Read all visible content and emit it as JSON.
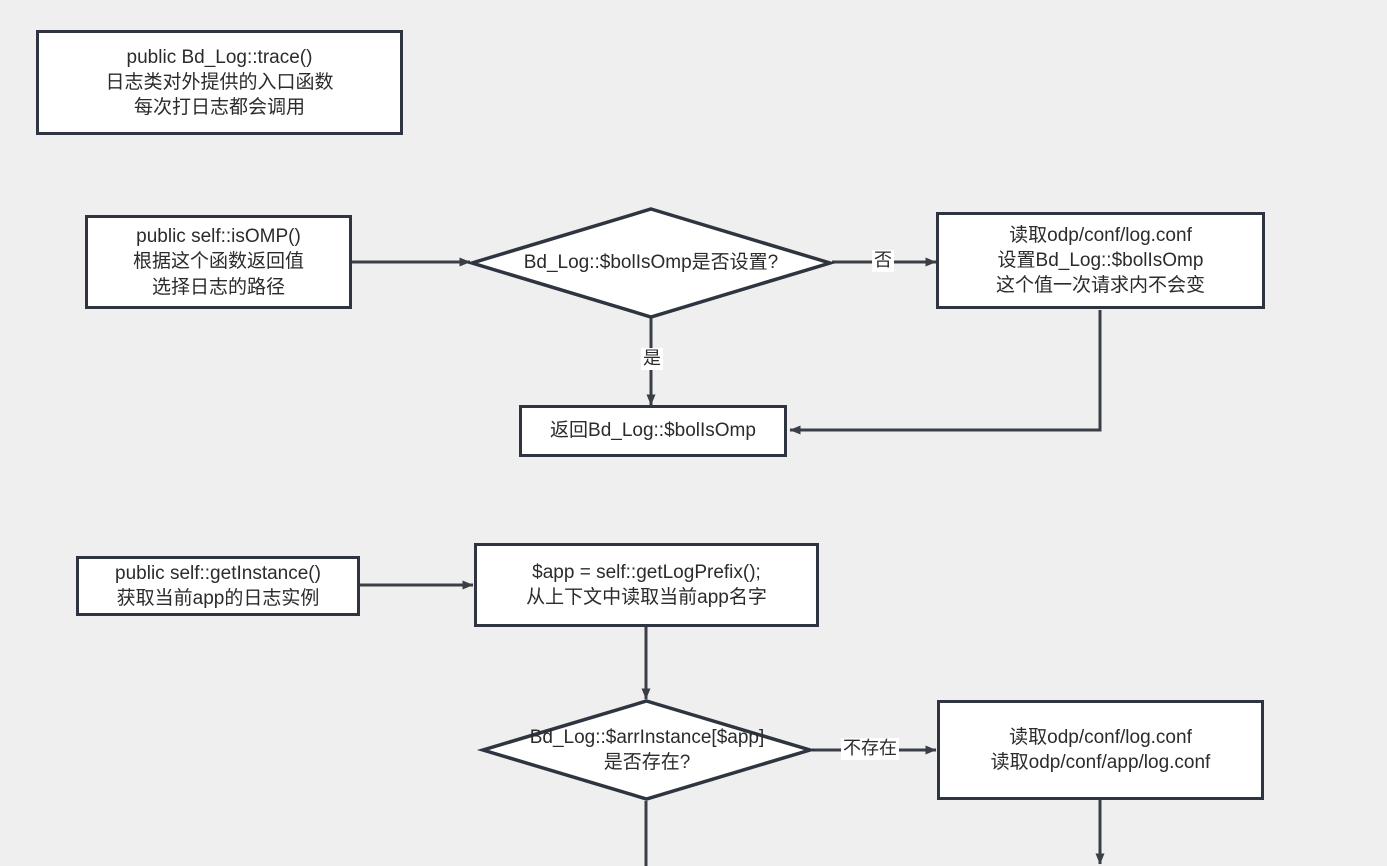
{
  "diagram": {
    "title": "Bd_Log trace flowchart",
    "background_color": "#efefef",
    "node_fill": "#ffffff",
    "node_border_color": "#2e3541",
    "edge_color": "#3a3f47",
    "text_color": "#2b2b2b"
  },
  "nodes": {
    "trace_entry": "public Bd_Log::trace()\n日志类对外提供的入口函数\n每次打日志都会调用",
    "is_omp": "public self::isOMP()\n根据这个函数返回值\n选择日志的路径",
    "decision_omp": "Bd_Log::$bolIsOmp是否设置?",
    "read_log_conf": "读取odp/conf/log.conf\n设置Bd_Log::$bolIsOmp\n这个值一次请求内不会变",
    "return_omp": "返回Bd_Log::$bolIsOmp",
    "get_instance": "public self::getInstance()\n获取当前app的日志实例",
    "get_log_prefix": "$app = self::getLogPrefix();\n从上下文中读取当前app名字",
    "decision_instance": "Bd_Log::$arrInstance[$app]\n是否存在?",
    "read_app_conf": "读取odp/conf/log.conf\n读取odp/conf/app/log.conf"
  },
  "edge_labels": {
    "omp_no": "否",
    "omp_yes": "是",
    "instance_not_exist": "不存在"
  }
}
